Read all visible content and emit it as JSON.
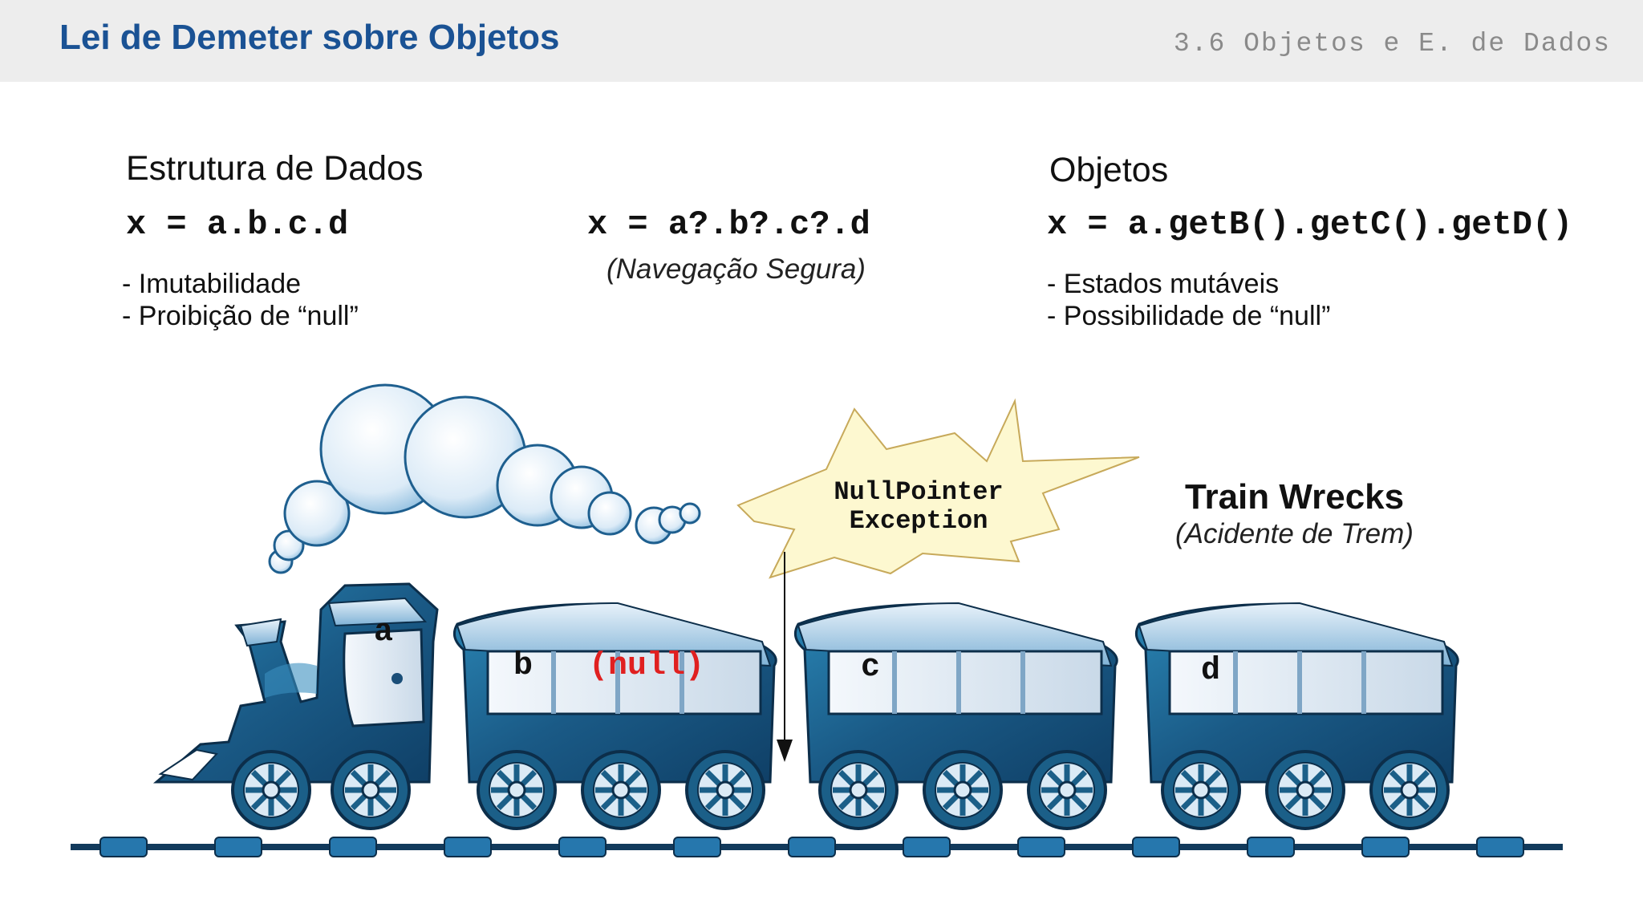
{
  "header": {
    "title": "Lei de Demeter sobre Objetos",
    "section": "3.6 Objetos e E. de Dados"
  },
  "left": {
    "heading": "Estrutura de Dados",
    "code": "x = a.b.c.d",
    "bullets": [
      "- Imutabilidade",
      "- Proibição de “null”"
    ]
  },
  "middle": {
    "code": "x = a?.b?.c?.d",
    "caption": "(Navegação Segura)"
  },
  "right": {
    "heading": "Objetos",
    "code": "x = a.getB().getC().getD()",
    "bullets": [
      "- Estados mutáveis",
      "- Possibilidade de “null”"
    ]
  },
  "train": {
    "title": "Train Wrecks",
    "subtitle": "(Acidente de Trem)",
    "explosion_line1": "NullPointer",
    "explosion_line2": "Exception",
    "labels": {
      "a": "a",
      "b": "b",
      "null": "(null)",
      "c": "c",
      "d": "d"
    }
  },
  "colors": {
    "title_blue": "#1a5294",
    "train_dark": "#1d5f86",
    "train_light": "#cfe4f4",
    "explosion_fill": "#fdf8d0",
    "null_red": "#e02020"
  }
}
